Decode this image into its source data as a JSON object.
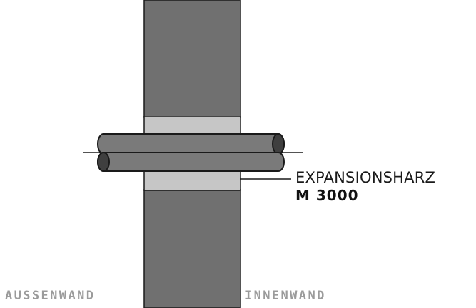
{
  "labels": {
    "outer_wall": "AUSSENWAND",
    "inner_wall": "INNENWAND"
  },
  "callout": {
    "material": "EXPANSIONSHARZ",
    "product_code": "M 3000"
  },
  "colors": {
    "wall": "#707070",
    "seal": "#c6c6c6",
    "pipe": "#7a7a7a",
    "pipe_end": "#3f3f3f",
    "outline": "#1a1a1a",
    "label_gray": "#9b9b9b"
  }
}
